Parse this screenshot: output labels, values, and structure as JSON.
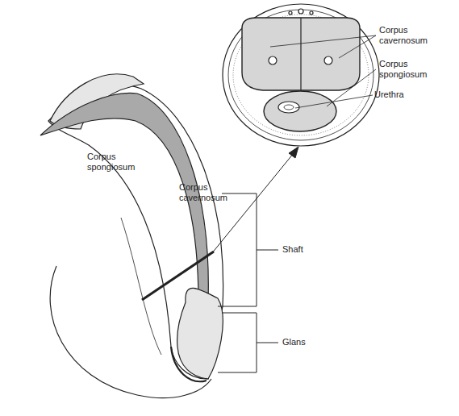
{
  "diagram": {
    "labels": [
      "Corpus cavernosum",
      "Corpus spongiosum",
      "Urethra",
      "Corpus spongiosum",
      "Corpus cavernosum",
      "Shaft",
      "Glans"
    ]
  }
}
